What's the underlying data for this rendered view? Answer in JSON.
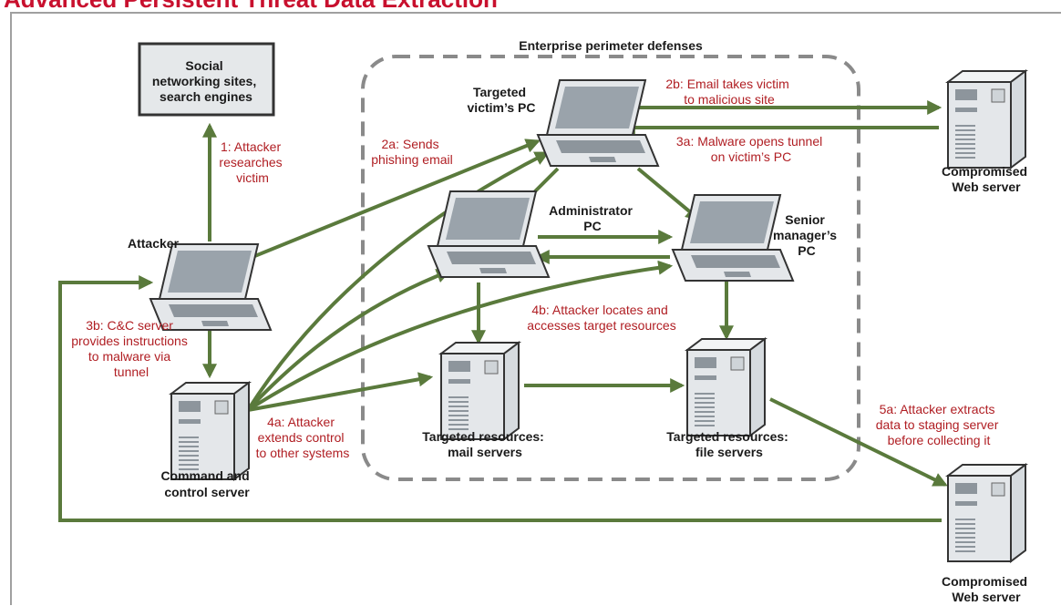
{
  "title": "Advanced Persistent Threat Data Extraction",
  "perimeter_label": "Enterprise perimeter defenses",
  "nodes": {
    "social": [
      "Social",
      "networking sites,",
      "search engines"
    ],
    "attacker": [
      "Attacker"
    ],
    "cnc": [
      "Command and",
      "control server"
    ],
    "victim": [
      "Targeted",
      "victim’s PC"
    ],
    "admin": [
      "Administrator",
      "PC"
    ],
    "senior": [
      "Senior",
      "manager’s",
      "PC"
    ],
    "mail": [
      "Targeted resources:",
      "mail servers"
    ],
    "file": [
      "Targeted resources:",
      "file servers"
    ],
    "web1": [
      "Compromised",
      "Web server"
    ],
    "web2": [
      "Compromised",
      "Web server"
    ]
  },
  "steps": {
    "s1": [
      "1: Attacker",
      "researches",
      "victim"
    ],
    "s2a": [
      "2a: Sends",
      "phishing email"
    ],
    "s2b": [
      "2b: Email takes victim",
      "to malicious site"
    ],
    "s3a": [
      "3a: Malware opens tunnel",
      "on victim’s PC"
    ],
    "s3b": [
      "3b: C&C server",
      "provides instructions",
      "to malware via",
      "tunnel"
    ],
    "s4a": [
      "4a: Attacker",
      "extends control",
      "to other systems"
    ],
    "s4b": [
      "4b: Attacker locates and",
      "accesses target resources"
    ],
    "s5a": [
      "5a: Attacker extracts",
      "data to staging server",
      "before collecting it"
    ]
  },
  "colors": {
    "arrow": "#5a7a3c",
    "step_text": "#b01e23",
    "title": "#c8102e",
    "perimeter": "#8a8a8a"
  },
  "icons": [
    "laptop-icon",
    "server-tower-icon"
  ]
}
